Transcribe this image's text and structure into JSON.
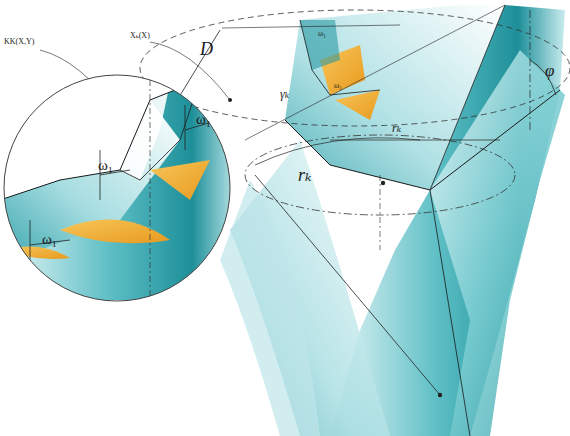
{
  "diagram": {
    "labels": [
      "KK(X,Y)",
      "Xₖ(X)",
      "D",
      "φ",
      "γₖ",
      "rₖ",
      "rₖ",
      "ω₁",
      "ω₁",
      "ω₁",
      "ω₁",
      "ω₁"
    ]
  }
}
